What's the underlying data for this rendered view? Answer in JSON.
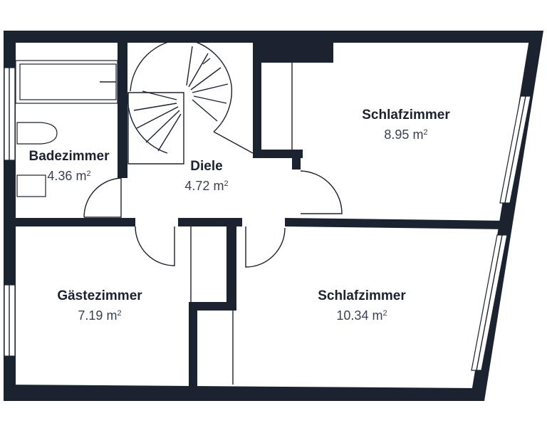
{
  "floorplan": {
    "rooms": [
      {
        "id": "badezimmer",
        "name": "Badezimmer",
        "area_value": "4.36",
        "area_unit": "m",
        "area_exp": "2"
      },
      {
        "id": "diele",
        "name": "Diele",
        "area_value": "4.72",
        "area_unit": "m",
        "area_exp": "2"
      },
      {
        "id": "schlafzimmer-1",
        "name": "Schlafzimmer",
        "area_value": "8.95",
        "area_unit": "m",
        "area_exp": "2"
      },
      {
        "id": "gaestezimmer",
        "name": "Gästezimmer",
        "area_value": "7.19",
        "area_unit": "m",
        "area_exp": "2"
      },
      {
        "id": "schlafzimmer-2",
        "name": "Schlafzimmer",
        "area_value": "10.34",
        "area_unit": "m",
        "area_exp": "2"
      }
    ],
    "colors": {
      "wall": "#1b2230",
      "background": "#ffffff",
      "text": "#1b2230"
    },
    "icons": [
      "spiral-staircase-icon",
      "bathtub-icon",
      "toilet-icon",
      "sink-icon",
      "door-swing-icon",
      "window-icon"
    ]
  }
}
